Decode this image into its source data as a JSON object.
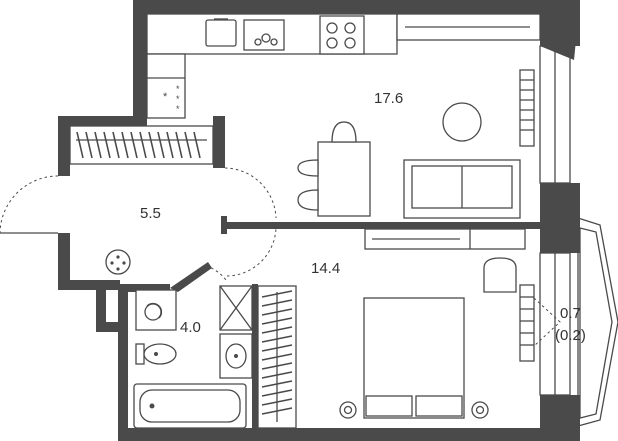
{
  "rooms": {
    "kitchen_living": {
      "area": "17.6"
    },
    "hallway": {
      "area": "5.5"
    },
    "bedroom": {
      "area": "14.4"
    },
    "bathroom": {
      "area": "4.0"
    },
    "balcony": {
      "area": "0.7",
      "area_reduced": "(0.2)"
    }
  },
  "colors": {
    "wall": "#4a4a4a",
    "text": "#333333",
    "background": "#ffffff"
  },
  "icons": [
    "kitchen-sink-icon",
    "gas-hob-icon",
    "fan-icon",
    "washing-machine-icon",
    "toilet-icon",
    "washbasin-icon",
    "bathtub-icon",
    "bed-icon",
    "sofa-icon",
    "table-icon"
  ]
}
